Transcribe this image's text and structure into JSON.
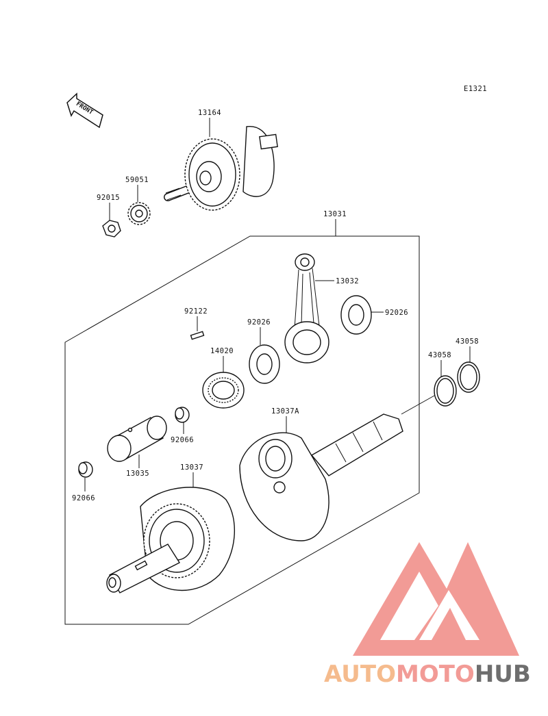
{
  "diagram_code": "E1321",
  "front_label": "FRONT",
  "watermark": {
    "part1": "AUTO",
    "part2": "MOTO",
    "part3": "HUB",
    "color1": "#f4b07a",
    "color2": "#f08a84",
    "color3": "#555555",
    "triangle_color": "#f08a84"
  },
  "parts": {
    "p13164": "13164",
    "p59051": "59051",
    "p92015": "92015",
    "p13031": "13031",
    "p13032": "13032",
    "p92026a": "92026",
    "p92026b": "92026",
    "p92122": "92122",
    "p14020": "14020",
    "p43058a": "43058",
    "p43058b": "43058",
    "p13037A": "13037A",
    "p92066a": "92066",
    "p92066b": "92066",
    "p13035": "13035",
    "p13037": "13037"
  }
}
